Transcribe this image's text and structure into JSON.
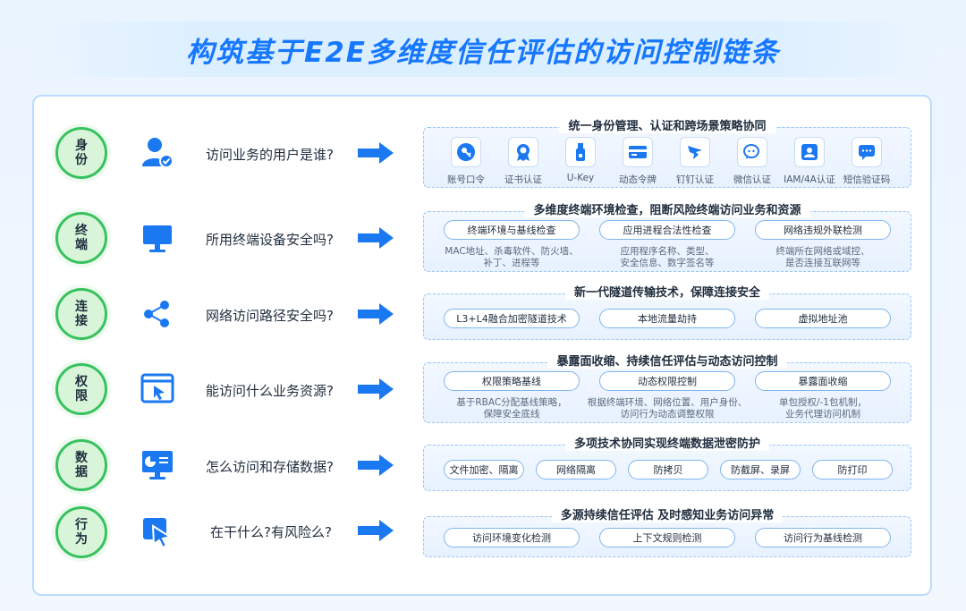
{
  "title": "构筑基于E2E多维度信任评估的访问控制链条",
  "rows": [
    {
      "badge": "身份",
      "icon": "user-verified-icon",
      "question": "访问业务的用户是谁?",
      "headline": "统一身份管理、认证和跨场景策略协同",
      "methods": [
        {
          "label": "账号口令",
          "icon": "key-icon"
        },
        {
          "label": "证书认证",
          "icon": "certificate-icon"
        },
        {
          "label": "U-Key",
          "icon": "usb-key-icon"
        },
        {
          "label": "动态令牌",
          "icon": "token-card-icon"
        },
        {
          "label": "钉钉认证",
          "icon": "dingtalk-icon"
        },
        {
          "label": "微信认证",
          "icon": "wechat-icon"
        },
        {
          "label": "IAM/4A认证",
          "icon": "iam-badge-icon"
        },
        {
          "label": "短信验证码",
          "icon": "sms-icon"
        }
      ]
    },
    {
      "badge": "终端",
      "icon": "monitor-icon",
      "question": "所用终端设备安全吗?",
      "headline": "多维度终端环境检查，阻断风险终端访问业务和资源",
      "pills": [
        "终端环境与基线检查",
        "应用进程合法性检查",
        "网络违规外联检测"
      ],
      "descs": [
        "MAC地址、杀毒软件、防火墙、\n补丁、进程等",
        "应用程序名称、类型、\n安全信息、数字签名等",
        "终端所在网络或域控、\n是否连接互联网等"
      ]
    },
    {
      "badge": "连接",
      "icon": "network-nodes-icon",
      "question": "网络访问路径安全吗?",
      "headline": "新一代隧道传输技术，保障连接安全",
      "pills": [
        "L3+L4融合加密隧道技术",
        "本地流量劫持",
        "虚拟地址池"
      ]
    },
    {
      "badge": "权限",
      "icon": "browser-cursor-icon",
      "question": "能访问什么业务资源?",
      "headline": "暴露面收缩、持续信任评估与动态访问控制",
      "pills": [
        "权限策略基线",
        "动态权限控制",
        "暴露面收缩"
      ],
      "descs": [
        "基于RBAC分配基线策略，\n保障安全底线",
        "根据终端环境、网络位置、用户身份、\n访问行为动态调整权限",
        "单包授权/-1包机制，\n业务代理访问机制"
      ]
    },
    {
      "badge": "数据",
      "icon": "data-screen-icon",
      "question": "怎么访问和存储数据?",
      "headline": "多项技术协同实现终端数据泄密防护",
      "pills": [
        "文件加密、隔离",
        "网络隔离",
        "防拷贝",
        "防截屏、录屏",
        "防打印"
      ]
    },
    {
      "badge": "行为",
      "icon": "cursor-click-icon",
      "question": "在干什么?有风险么?",
      "headline": "多源持续信任评估 及时感知业务访问异常",
      "pills": [
        "访问环境变化检测",
        "上下文规则检测",
        "访问行为基线检测"
      ]
    }
  ],
  "colors": {
    "title": "#1677ff",
    "accent": "#1a78f0",
    "badge_border": "#38c25f",
    "badge_fill": "#d9f5d9",
    "card_border": "#9cc6f5"
  }
}
